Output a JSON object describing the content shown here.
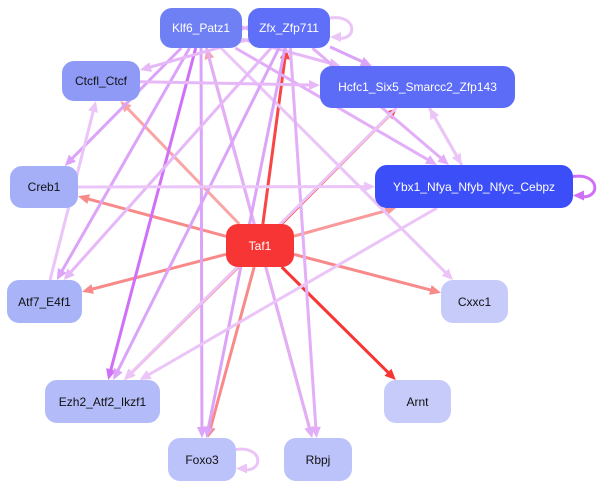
{
  "nodes": [
    {
      "id": "Klf6_Patz1",
      "label": "Klf6_Patz1",
      "color": "#6f80f5",
      "text": "#ffffff"
    },
    {
      "id": "Zfx_Zfp711",
      "label": "Zfx_Zfp711",
      "color": "#5f6ff8",
      "text": "#ffffff"
    },
    {
      "id": "Ctcfl_Ctcf",
      "label": "Ctcfl_Ctcf",
      "color": "#8e9af5",
      "text": "#111111"
    },
    {
      "id": "Hcfc1",
      "label": "Hcfc1_Six5_Smarcc2_Zfp143",
      "color": "#5d6cf7",
      "text": "#ffffff"
    },
    {
      "id": "Creb1",
      "label": "Creb1",
      "color": "#a5aff8",
      "text": "#111111"
    },
    {
      "id": "Ybx1",
      "label": "Ybx1_Nfya_Nfyb_Nfyc_Cebpz",
      "color": "#3c4ef8",
      "text": "#ffffff"
    },
    {
      "id": "Taf1",
      "label": "Taf1",
      "color": "#f83535",
      "text": "#ffffff"
    },
    {
      "id": "Atf7_E4f1",
      "label": "Atf7_E4f1",
      "color": "#a9b3f8",
      "text": "#111111"
    },
    {
      "id": "Cxxc1",
      "label": "Cxxc1",
      "color": "#c6cbfa",
      "text": "#111111"
    },
    {
      "id": "Ezh2",
      "label": "Ezh2_Atf2_Ikzf1",
      "color": "#b3bbf8",
      "text": "#111111"
    },
    {
      "id": "Arnt",
      "label": "Arnt",
      "color": "#c6cbfa",
      "text": "#111111"
    },
    {
      "id": "Foxo3",
      "label": "Foxo3",
      "color": "#bcc2fa",
      "text": "#111111"
    },
    {
      "id": "Rbpj",
      "label": "Rbpj",
      "color": "#bcc2fa",
      "text": "#111111"
    }
  ],
  "edges": [
    [
      "Taf1",
      "Creb1",
      "#f88a8a"
    ],
    [
      "Taf1",
      "Atf7_E4f1",
      "#f88a8a"
    ],
    [
      "Taf1",
      "Ezh2",
      "#f88a8a"
    ],
    [
      "Taf1",
      "Foxo3",
      "#f88a8a"
    ],
    [
      "Taf1",
      "Rbpj",
      "#f9a5a5"
    ],
    [
      "Taf1",
      "Arnt",
      "#f83535"
    ],
    [
      "Taf1",
      "Cxxc1",
      "#f88a8a"
    ],
    [
      "Taf1",
      "Ybx1",
      "#f99a9a"
    ],
    [
      "Taf1",
      "Hcfc1",
      "#f83535"
    ],
    [
      "Taf1",
      "Zfx_Zfp711",
      "#f84545"
    ],
    [
      "Taf1",
      "Klf6_Patz1",
      "#f9a5a5"
    ],
    [
      "Taf1",
      "Ctcfl_Ctcf",
      "#f9a5a5"
    ],
    [
      "Klf6_Patz1",
      "Zfx_Zfp711",
      "#e3aef8"
    ],
    [
      "Zfx_Zfp711",
      "Klf6_Patz1",
      "#e3aef8"
    ],
    [
      "Klf6_Patz1",
      "Hcfc1",
      "#e6b8f8"
    ],
    [
      "Klf6_Patz1",
      "Ybx1",
      "#e3aef8"
    ],
    [
      "Klf6_Patz1",
      "Creb1",
      "#dca4f8"
    ],
    [
      "Klf6_Patz1",
      "Ezh2",
      "#d070f8"
    ],
    [
      "Klf6_Patz1",
      "Foxo3",
      "#dca4f8"
    ],
    [
      "Klf6_Patz1",
      "Rbpj",
      "#e3aef8"
    ],
    [
      "Klf6_Patz1",
      "Cxxc1",
      "#ebc4f8"
    ],
    [
      "Klf6_Patz1",
      "Atf7_E4f1",
      "#dca4f8"
    ],
    [
      "Zfx_Zfp711",
      "Ctcfl_Ctcf",
      "#e6b8f8"
    ],
    [
      "Zfx_Zfp711",
      "Hcfc1",
      "#dca4f8"
    ],
    [
      "Zfx_Zfp711",
      "Ybx1",
      "#e3aef8"
    ],
    [
      "Zfx_Zfp711",
      "Atf7_E4f1",
      "#e6b8f8"
    ],
    [
      "Zfx_Zfp711",
      "Ezh2",
      "#dca4f8"
    ],
    [
      "Zfx_Zfp711",
      "Foxo3",
      "#dca4f8"
    ],
    [
      "Zfx_Zfp711",
      "Rbpj",
      "#e3aef8"
    ],
    [
      "Ctcfl_Ctcf",
      "Hcfc1",
      "#e6b8f8"
    ],
    [
      "Creb1",
      "Ybx1",
      "#ebc4f8"
    ],
    [
      "Atf7_E4f1",
      "Ctcfl_Ctcf",
      "#ebc4f8"
    ],
    [
      "Ybx1",
      "Ezh2",
      "#ebc4f8"
    ],
    [
      "Hcfc1",
      "Ybx1",
      "#ebc4f8"
    ],
    [
      "Ybx1",
      "Hcfc1",
      "#ebc4f8"
    ],
    [
      "Hcfc1",
      "Ezh2",
      "#ebc4f8"
    ],
    [
      "Zfx_Zfp711",
      "Zfx_Zfp711",
      "#ebc4f8"
    ],
    [
      "Ybx1",
      "Ybx1",
      "#d070f8"
    ],
    [
      "Foxo3",
      "Foxo3",
      "#ebc4f8"
    ]
  ]
}
